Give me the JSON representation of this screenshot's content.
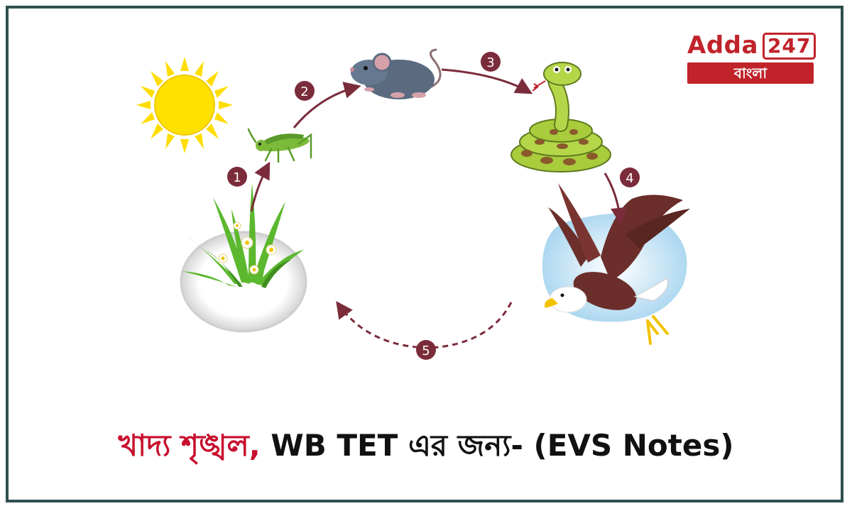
{
  "logo": {
    "brand": "Adda",
    "number": "247",
    "sub": "বাংলা"
  },
  "title": {
    "red": "খাদ্য শৃঙ্খল,",
    "black": " WB TET এর জন্য- (EVS Notes)"
  },
  "steps": [
    "1",
    "2",
    "3",
    "4",
    "5"
  ],
  "organisms": [
    "sun-icon",
    "grass-icon",
    "grasshopper-icon",
    "mouse-icon",
    "snake-icon",
    "eagle-icon"
  ],
  "colors": {
    "arrow": "#7b2c3b",
    "accent": "#c0232a",
    "sun": "#ffdd00",
    "grass": "#5cb82e",
    "snake": "#a8cc3c",
    "eagle": "#6b2e2a"
  }
}
